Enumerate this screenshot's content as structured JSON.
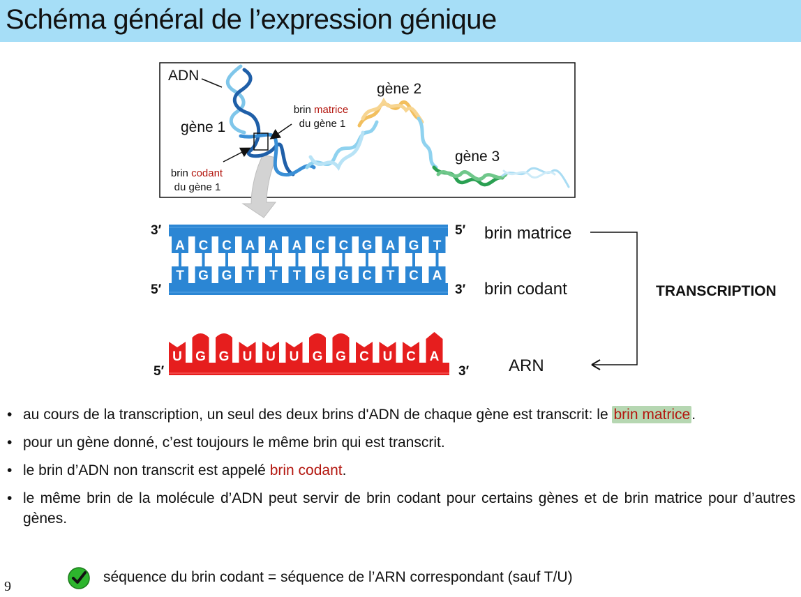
{
  "title": "Schéma général de l’expression génique",
  "top_diagram": {
    "adn_label": "ADN",
    "gene1": "gène 1",
    "gene2": "gène 2",
    "gene3": "gène 3",
    "brin_prefix": "brin",
    "matrice_word": "matrice",
    "codant_word": "codant",
    "du_gene1": "du gène 1"
  },
  "dna": {
    "template_bases": [
      "A",
      "C",
      "C",
      "A",
      "A",
      "A",
      "C",
      "C",
      "G",
      "A",
      "G",
      "T"
    ],
    "coding_bases": [
      "T",
      "G",
      "G",
      "T",
      "T",
      "T",
      "G",
      "G",
      "C",
      "T",
      "C",
      "A"
    ],
    "template_left_end": "3′",
    "template_right_end": "5′",
    "coding_left_end": "5′",
    "coding_right_end": "3′",
    "template_label": "brin matrice",
    "coding_label": "brin codant"
  },
  "rna": {
    "bases": [
      "U",
      "G",
      "G",
      "U",
      "U",
      "U",
      "G",
      "G",
      "C",
      "U",
      "C",
      "A"
    ],
    "left_end": "5′",
    "right_end": "3′",
    "label": "ARN"
  },
  "process_label": "TRANSCRIPTION",
  "bullets": {
    "b1_text": "au cours de la transcription, un seul des deux brins d'ADN de chaque gène est transcrit: le ",
    "b1_highlight": "brin matrice",
    "b1_end": ".",
    "b2_text": "pour un gène donné, c’est toujours le même brin qui est transcrit.",
    "b3_text": "le brin d’ADN non transcrit est appelé ",
    "b3_red": "brin codant",
    "b3_end": ".",
    "b4_text": "le même brin de la molécule d’ADN peut servir de brin codant pour certains gènes et de brin matrice pour d’autres gènes."
  },
  "footer_note": "séquence du brin codant = séquence de l’ARN correspondant (sauf T/U)",
  "page_number": "9",
  "colors": {
    "title_bar": "#a6def7",
    "dna_blue": "#2b86d4",
    "rna_red": "#e61e1e",
    "highlight_green": "#b6d7b2",
    "red_text": "#b3160e",
    "gene2_yellow": "#f2bf5e",
    "gene3_green": "#2aa052"
  },
  "icons": {
    "check": "green-check-icon"
  }
}
